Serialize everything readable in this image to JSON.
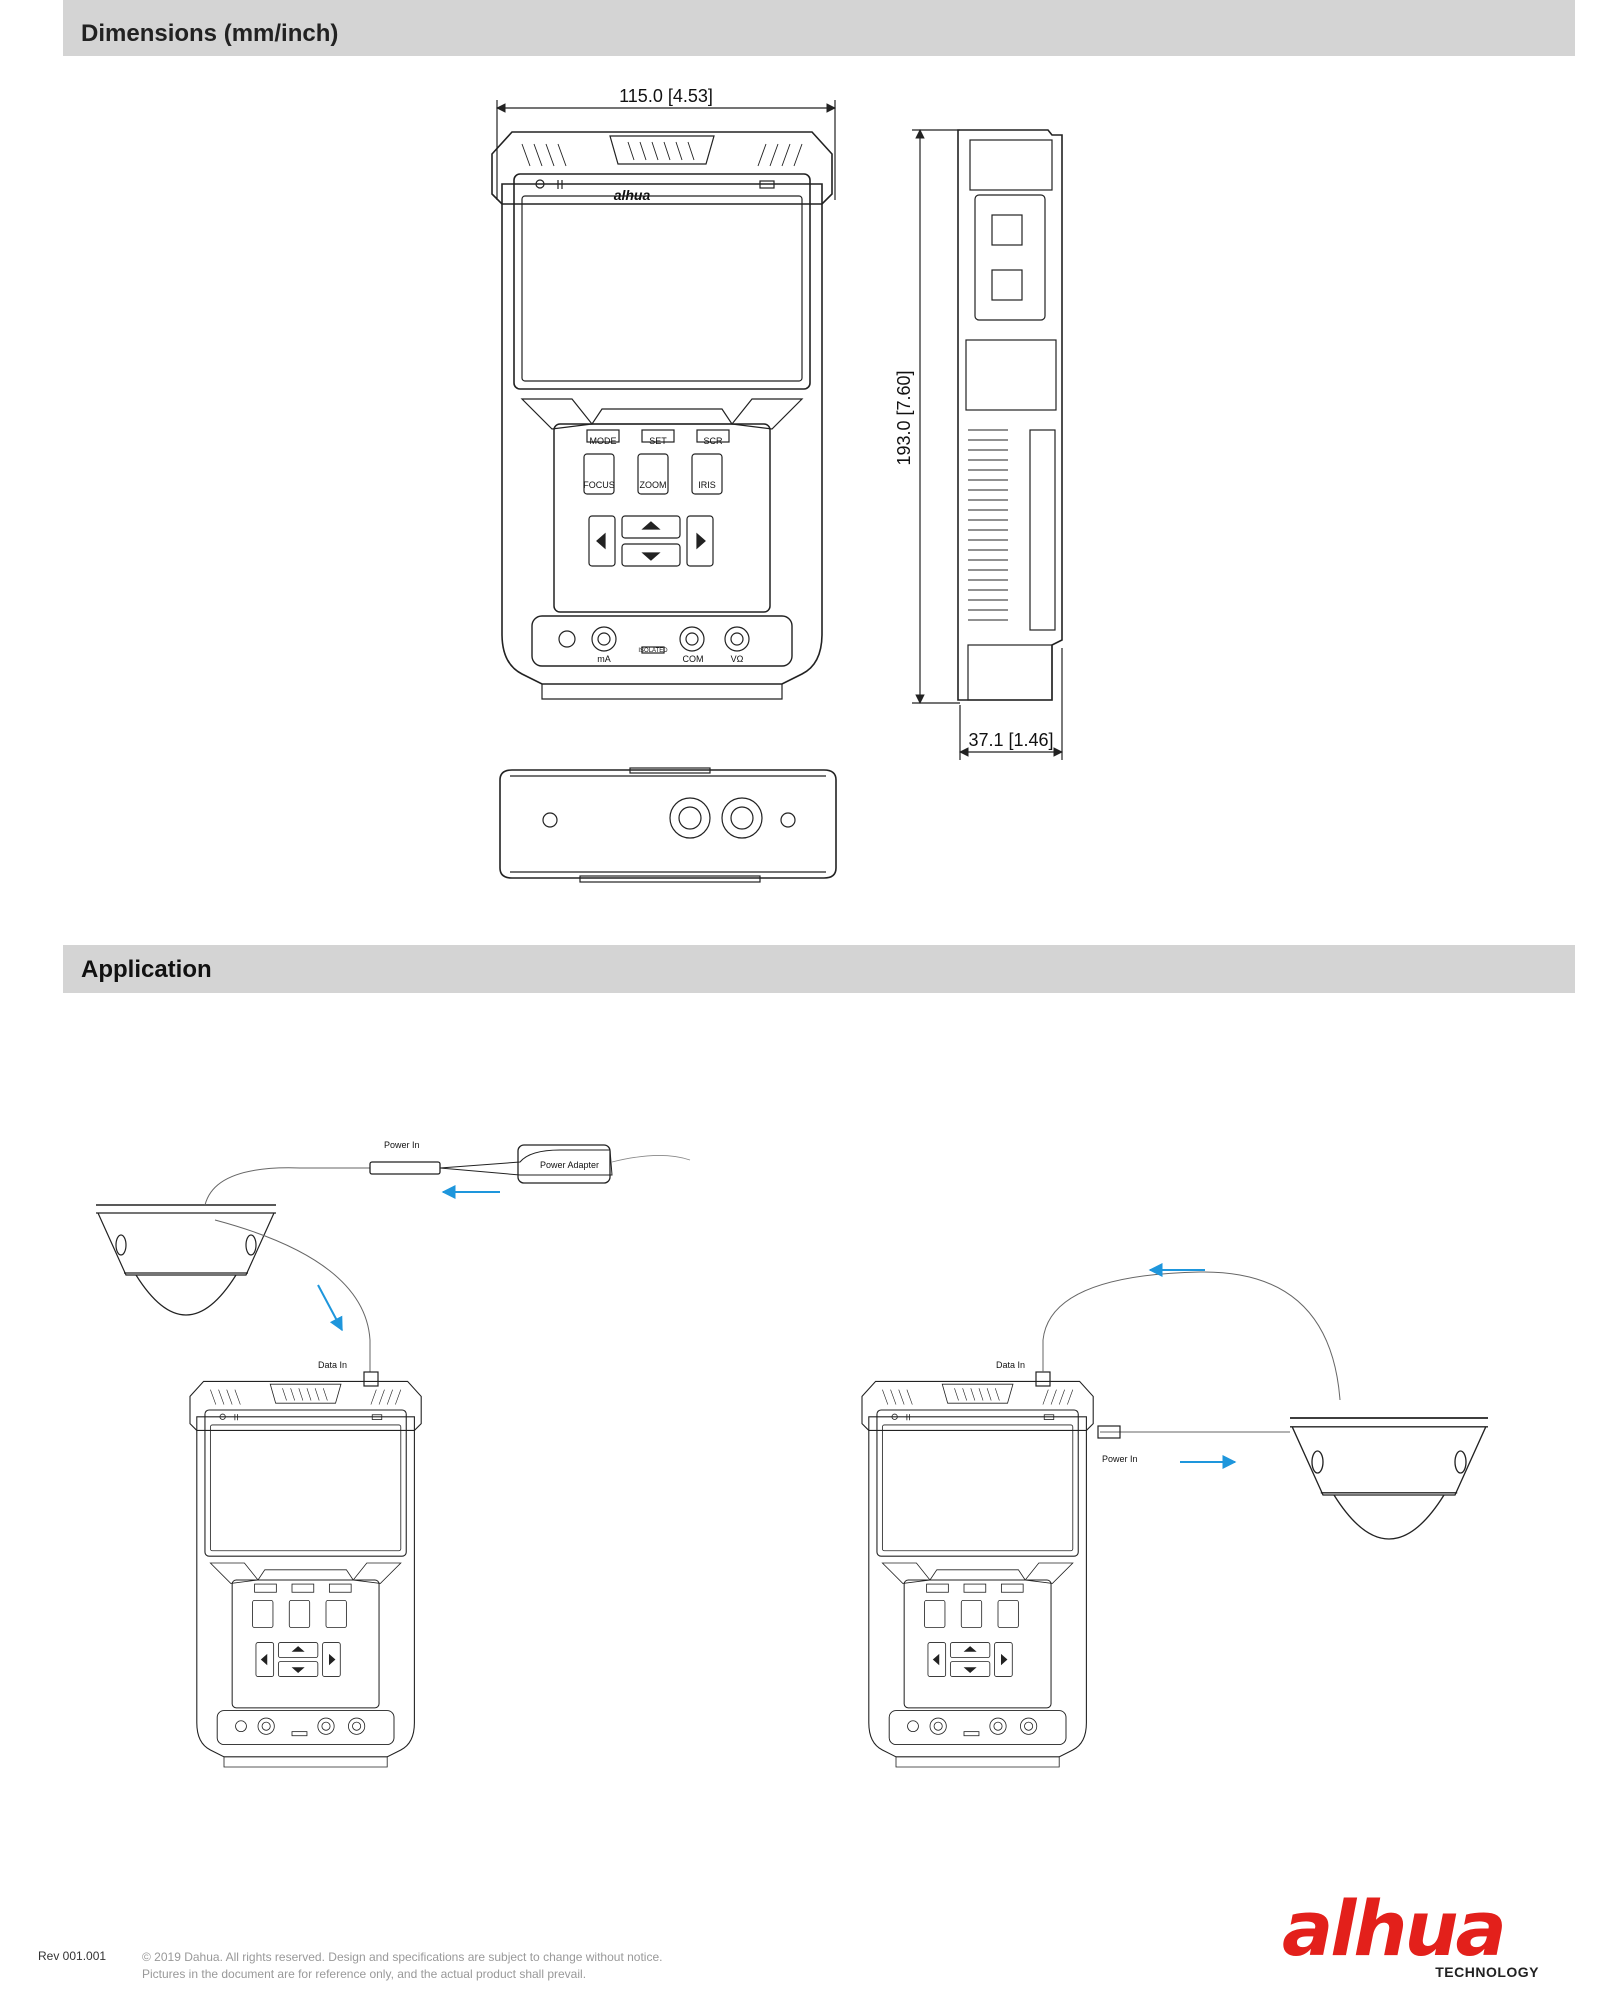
{
  "sections": {
    "dimensions_title": "Dimensions (mm/inch)",
    "application_title": "Application"
  },
  "dimensions": {
    "width": "115.0 [4.53]",
    "height": "193.0 [7.60]",
    "depth": "37.1 [1.46]"
  },
  "device": {
    "brand": "alhua",
    "buttons": [
      "MODE",
      "SET",
      "SCR"
    ],
    "keys": [
      "FOCUS",
      "ZOOM",
      "IRIS"
    ],
    "ports": [
      "mA",
      "COM",
      "VΩ"
    ],
    "isolated": "ISOLATED",
    "plus": "+",
    "minus": "-"
  },
  "application": {
    "power_in": "Power In",
    "power_adapter": "Power Adapter",
    "data_in": "Data In",
    "arrow_color": "#1e96dc"
  },
  "footer": {
    "rev": "Rev 001.001",
    "copyright": "© 2019 Dahua. All rights reserved. Design and specifications are subject to change without notice.",
    "disclaimer": "Pictures in the document are for reference only, and the actual product shall prevail."
  },
  "logo": {
    "wordmark": "alhua",
    "sub": "TECHNOLOGY",
    "color": "#e3201b"
  }
}
